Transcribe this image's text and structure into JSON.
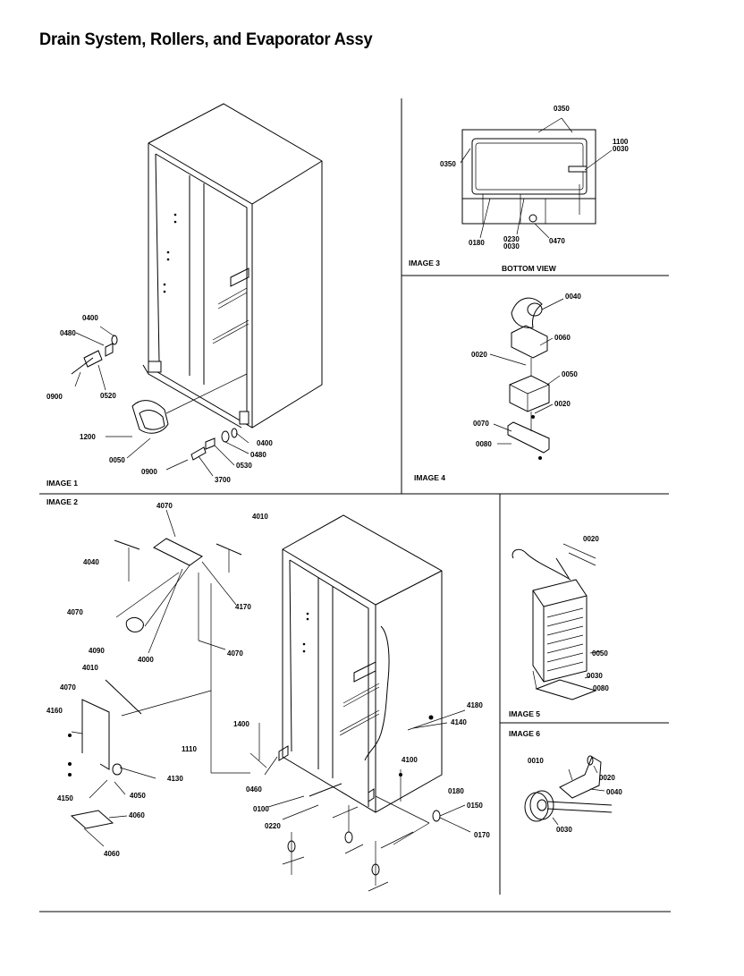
{
  "title": "Drain System, Rollers, and Evaporator Assy",
  "panels": {
    "image1": "IMAGE 1",
    "image2": "IMAGE 2",
    "image3": "IMAGE 3",
    "image3_caption": "BOTTOM VIEW",
    "image4": "IMAGE 4",
    "image5": "IMAGE 5",
    "image6": "IMAGE 6"
  },
  "callouts": {
    "image1": [
      "0400",
      "0480",
      "0900",
      "0520",
      "1200",
      "0050",
      "0900",
      "3700",
      "0530",
      "0480",
      "0400"
    ],
    "image3": [
      "0350",
      "1100",
      "0030",
      "0350",
      "0180",
      "0230",
      "0030",
      "0470"
    ],
    "image4": [
      "0040",
      "0060",
      "0020",
      "0050",
      "0020",
      "0070",
      "0080"
    ],
    "image2": [
      "4070",
      "4010",
      "4040",
      "4170",
      "4070",
      "4090",
      "4000",
      "4070",
      "4010",
      "4070",
      "4160",
      "1400",
      "1110",
      "4130",
      "4150",
      "4050",
      "4060",
      "4060",
      "0460",
      "0100",
      "0220",
      "4100",
      "4180",
      "4140",
      "0180",
      "0150",
      "0170"
    ],
    "image5": [
      "0020",
      "0050",
      "0030",
      "0080"
    ],
    "image6": [
      "0010",
      "0020",
      "0040",
      "0030"
    ]
  }
}
